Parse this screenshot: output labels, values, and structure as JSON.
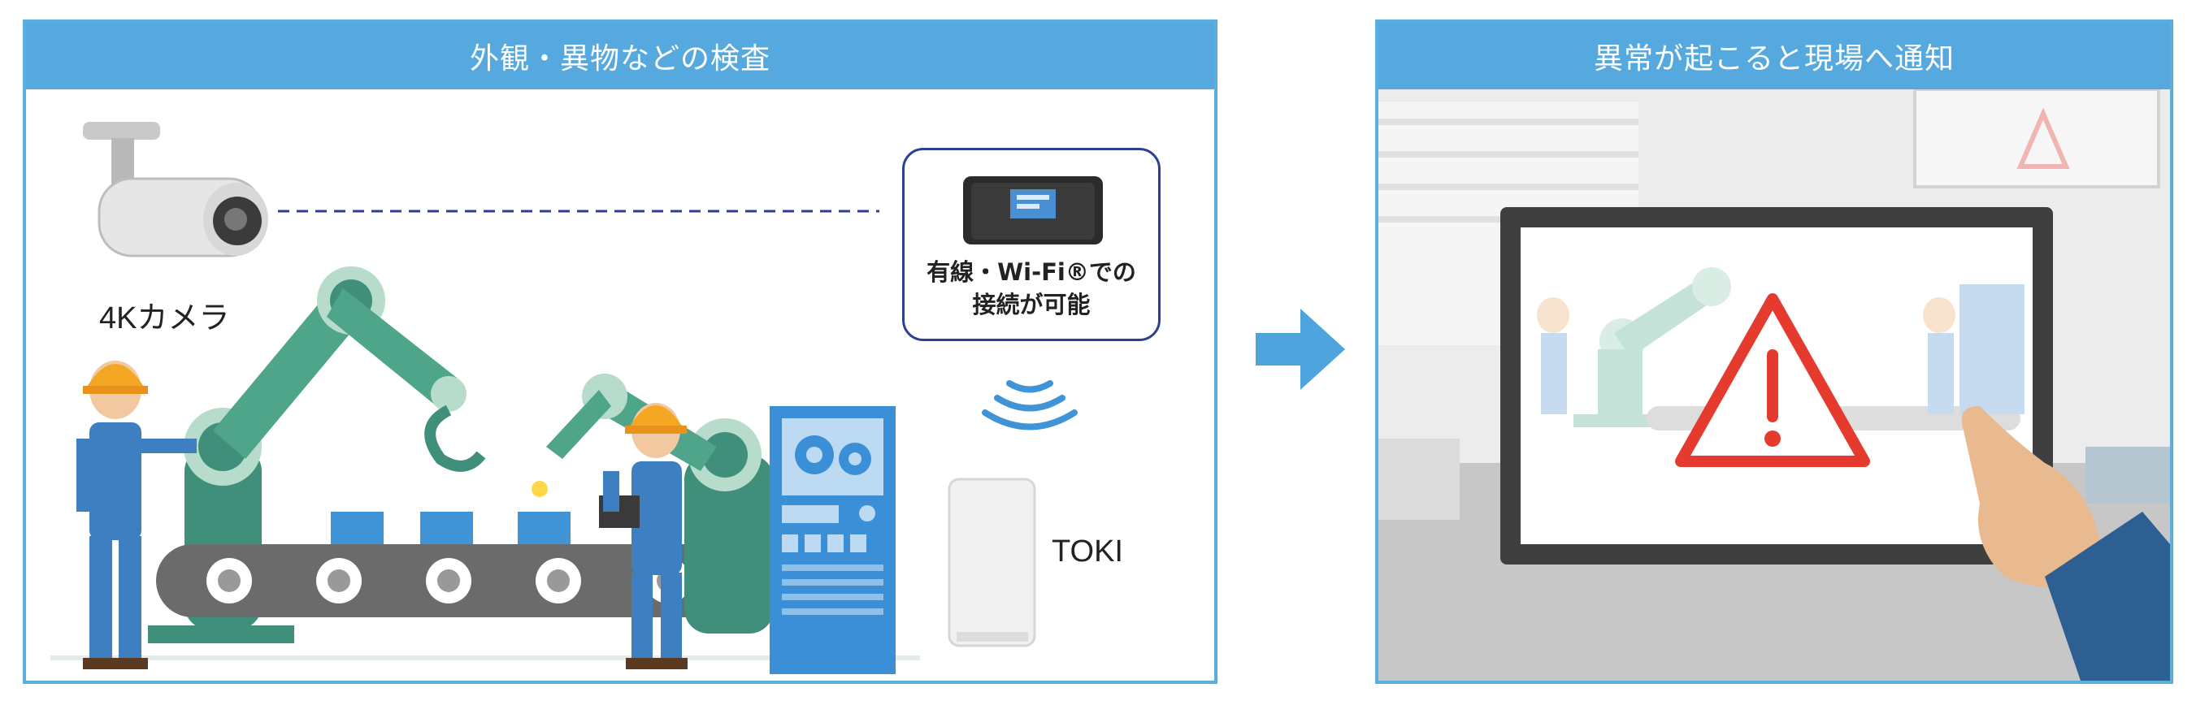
{
  "left_panel": {
    "title": "外観・異物などの検査",
    "camera_label": "4Kカメラ",
    "router_text_line1": "有線・Wi-Fi®での",
    "router_text_line2": "接続が可能",
    "toki_label": "TOKI"
  },
  "right_panel": {
    "title": "異常が起こると現場へ通知"
  },
  "colors": {
    "header": "#56a9de",
    "border": "#5aaee0",
    "robot_green": "#3f8f7a",
    "alert_red": "#e53b2f",
    "worker_blue": "#3d7fc0"
  }
}
